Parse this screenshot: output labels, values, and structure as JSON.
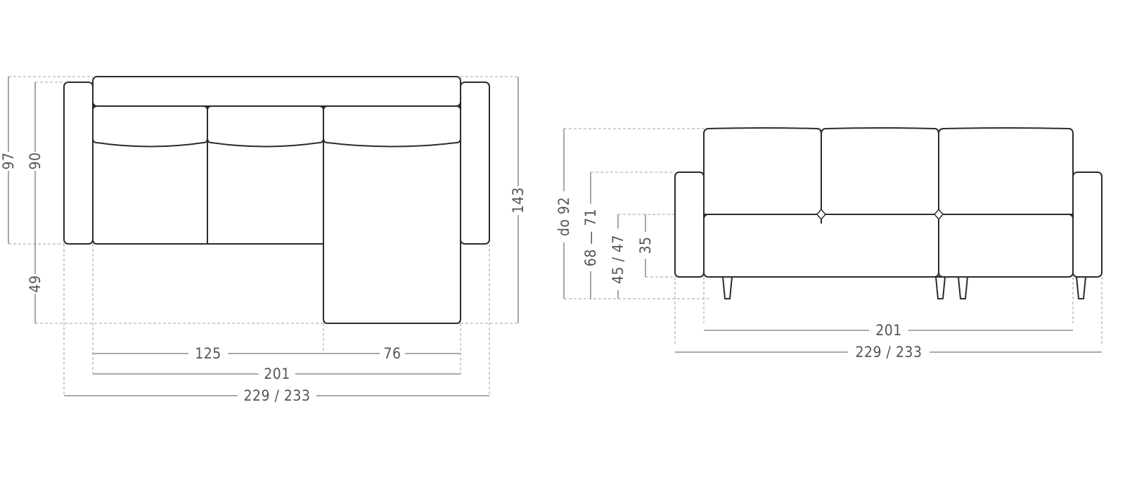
{
  "top_view": {
    "dimensions": {
      "depth_overall": "97",
      "depth_back": "90",
      "depth_total": "143",
      "seat_depth": "49",
      "width_seats": "125",
      "width_chaise": "76",
      "width_inner": "201",
      "width_total": "229 / 233"
    }
  },
  "front_view": {
    "dimensions": {
      "height_back": "do 92",
      "height_arm": "68 — 71",
      "height_seat": "45 / 47",
      "height_leg_to_seat": "35",
      "width_inner": "201",
      "width_total": "229 / 233"
    }
  }
}
